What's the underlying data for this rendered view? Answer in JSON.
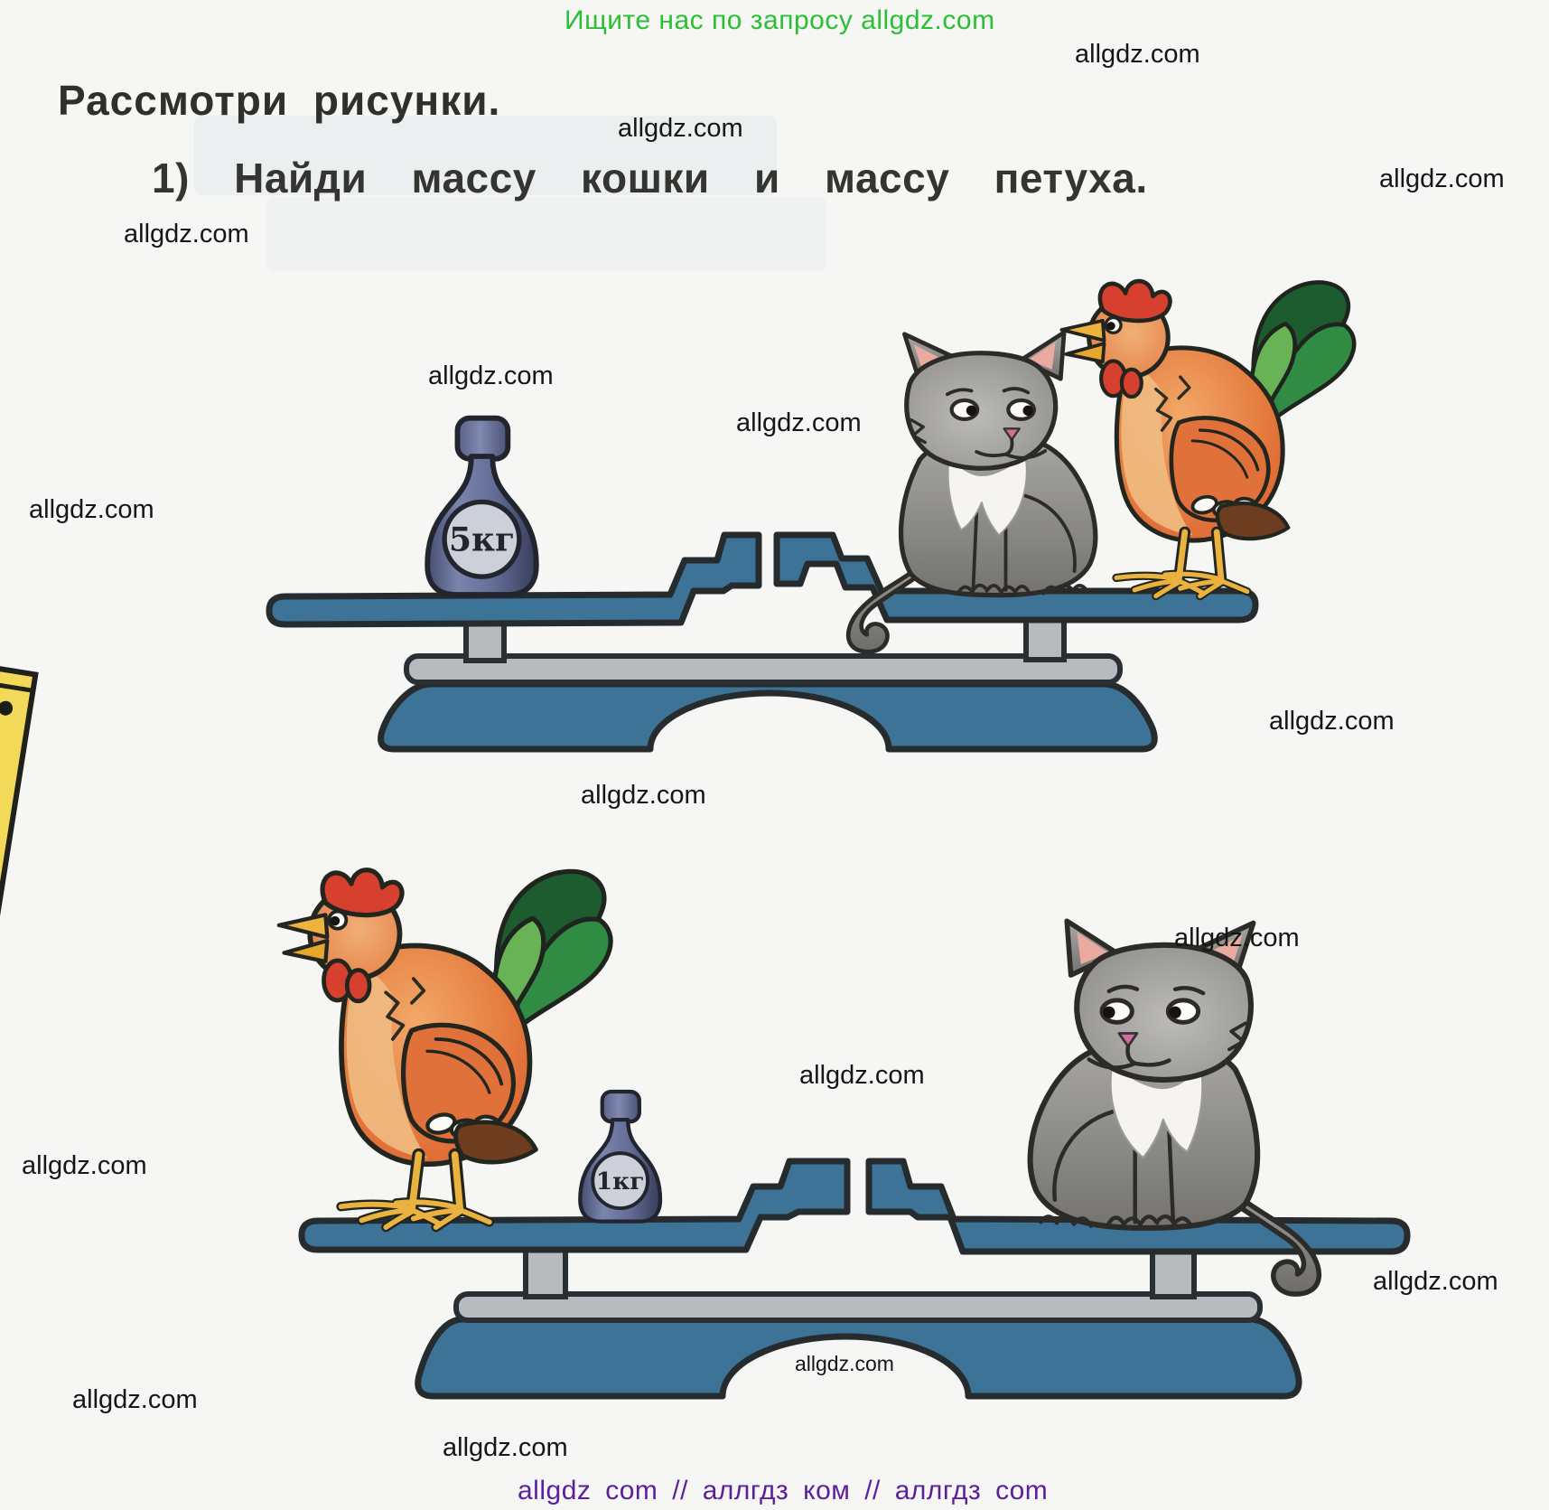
{
  "page": {
    "top_banner": "Ищите нас по запросу allgdz.com",
    "title": "Рассмотри рисунки.",
    "task": "1) Найди массу кошки и массу петуха.",
    "watermark_text": "allgdz.com",
    "footer_line": "allgdz com  //  аллгдз ком  //  аллгдз com"
  },
  "figures": {
    "scale1": {
      "type": "balance-scale",
      "state": "balanced",
      "left_pan": [
        "weight-5kg"
      ],
      "right_pan": [
        "cat",
        "rooster"
      ],
      "weight_label": "5кг"
    },
    "scale2": {
      "type": "balance-scale",
      "state": "balanced",
      "left_pan": [
        "rooster",
        "weight-1kg"
      ],
      "right_pan": [
        "cat"
      ],
      "weight_label": "1кг"
    }
  },
  "colors": {
    "banner_green": "#2bbf35",
    "footer_purple": "#5c1f9d",
    "scale_blue": "#3d7396",
    "beam_gray": "#b7bbbe",
    "weight_navy": "#5c6488",
    "ruler_yellow": "#f2da58"
  }
}
